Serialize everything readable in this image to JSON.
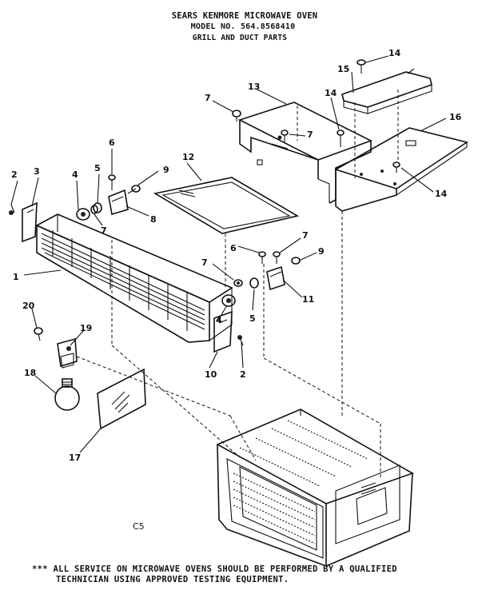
{
  "header": {
    "line1": "SEARS KENMORE MICROWAVE OVEN",
    "line2": "MODEL NO. 564.8568410",
    "line3": "GRILL AND DUCT PARTS"
  },
  "callouts": {
    "c1": "1",
    "c2a": "2",
    "c2b": "2",
    "c3": "3",
    "c4a": "4",
    "c4b": "4",
    "c5a": "5",
    "c5b": "5",
    "c6a": "6",
    "c6b": "6",
    "c7a": "7",
    "c7b": "7",
    "c7c": "7",
    "c7d": "7",
    "c7e": "7",
    "c8": "8",
    "c9a": "9",
    "c9b": "9",
    "c10": "10",
    "c11": "11",
    "c12": "12",
    "c13": "13",
    "c14a": "14",
    "c14b": "14",
    "c14c": "14",
    "c15": "15",
    "c16": "16",
    "c17": "17",
    "c18": "18",
    "c19": "19",
    "c20": "20"
  },
  "page_code": "C5",
  "footer": {
    "line1": "*** ALL SERVICE ON MICROWAVE OVENS SHOULD BE PERFORMED BY A QUALIFIED",
    "line2": "TECHNICIAN USING APPROVED TESTING EQUIPMENT."
  }
}
